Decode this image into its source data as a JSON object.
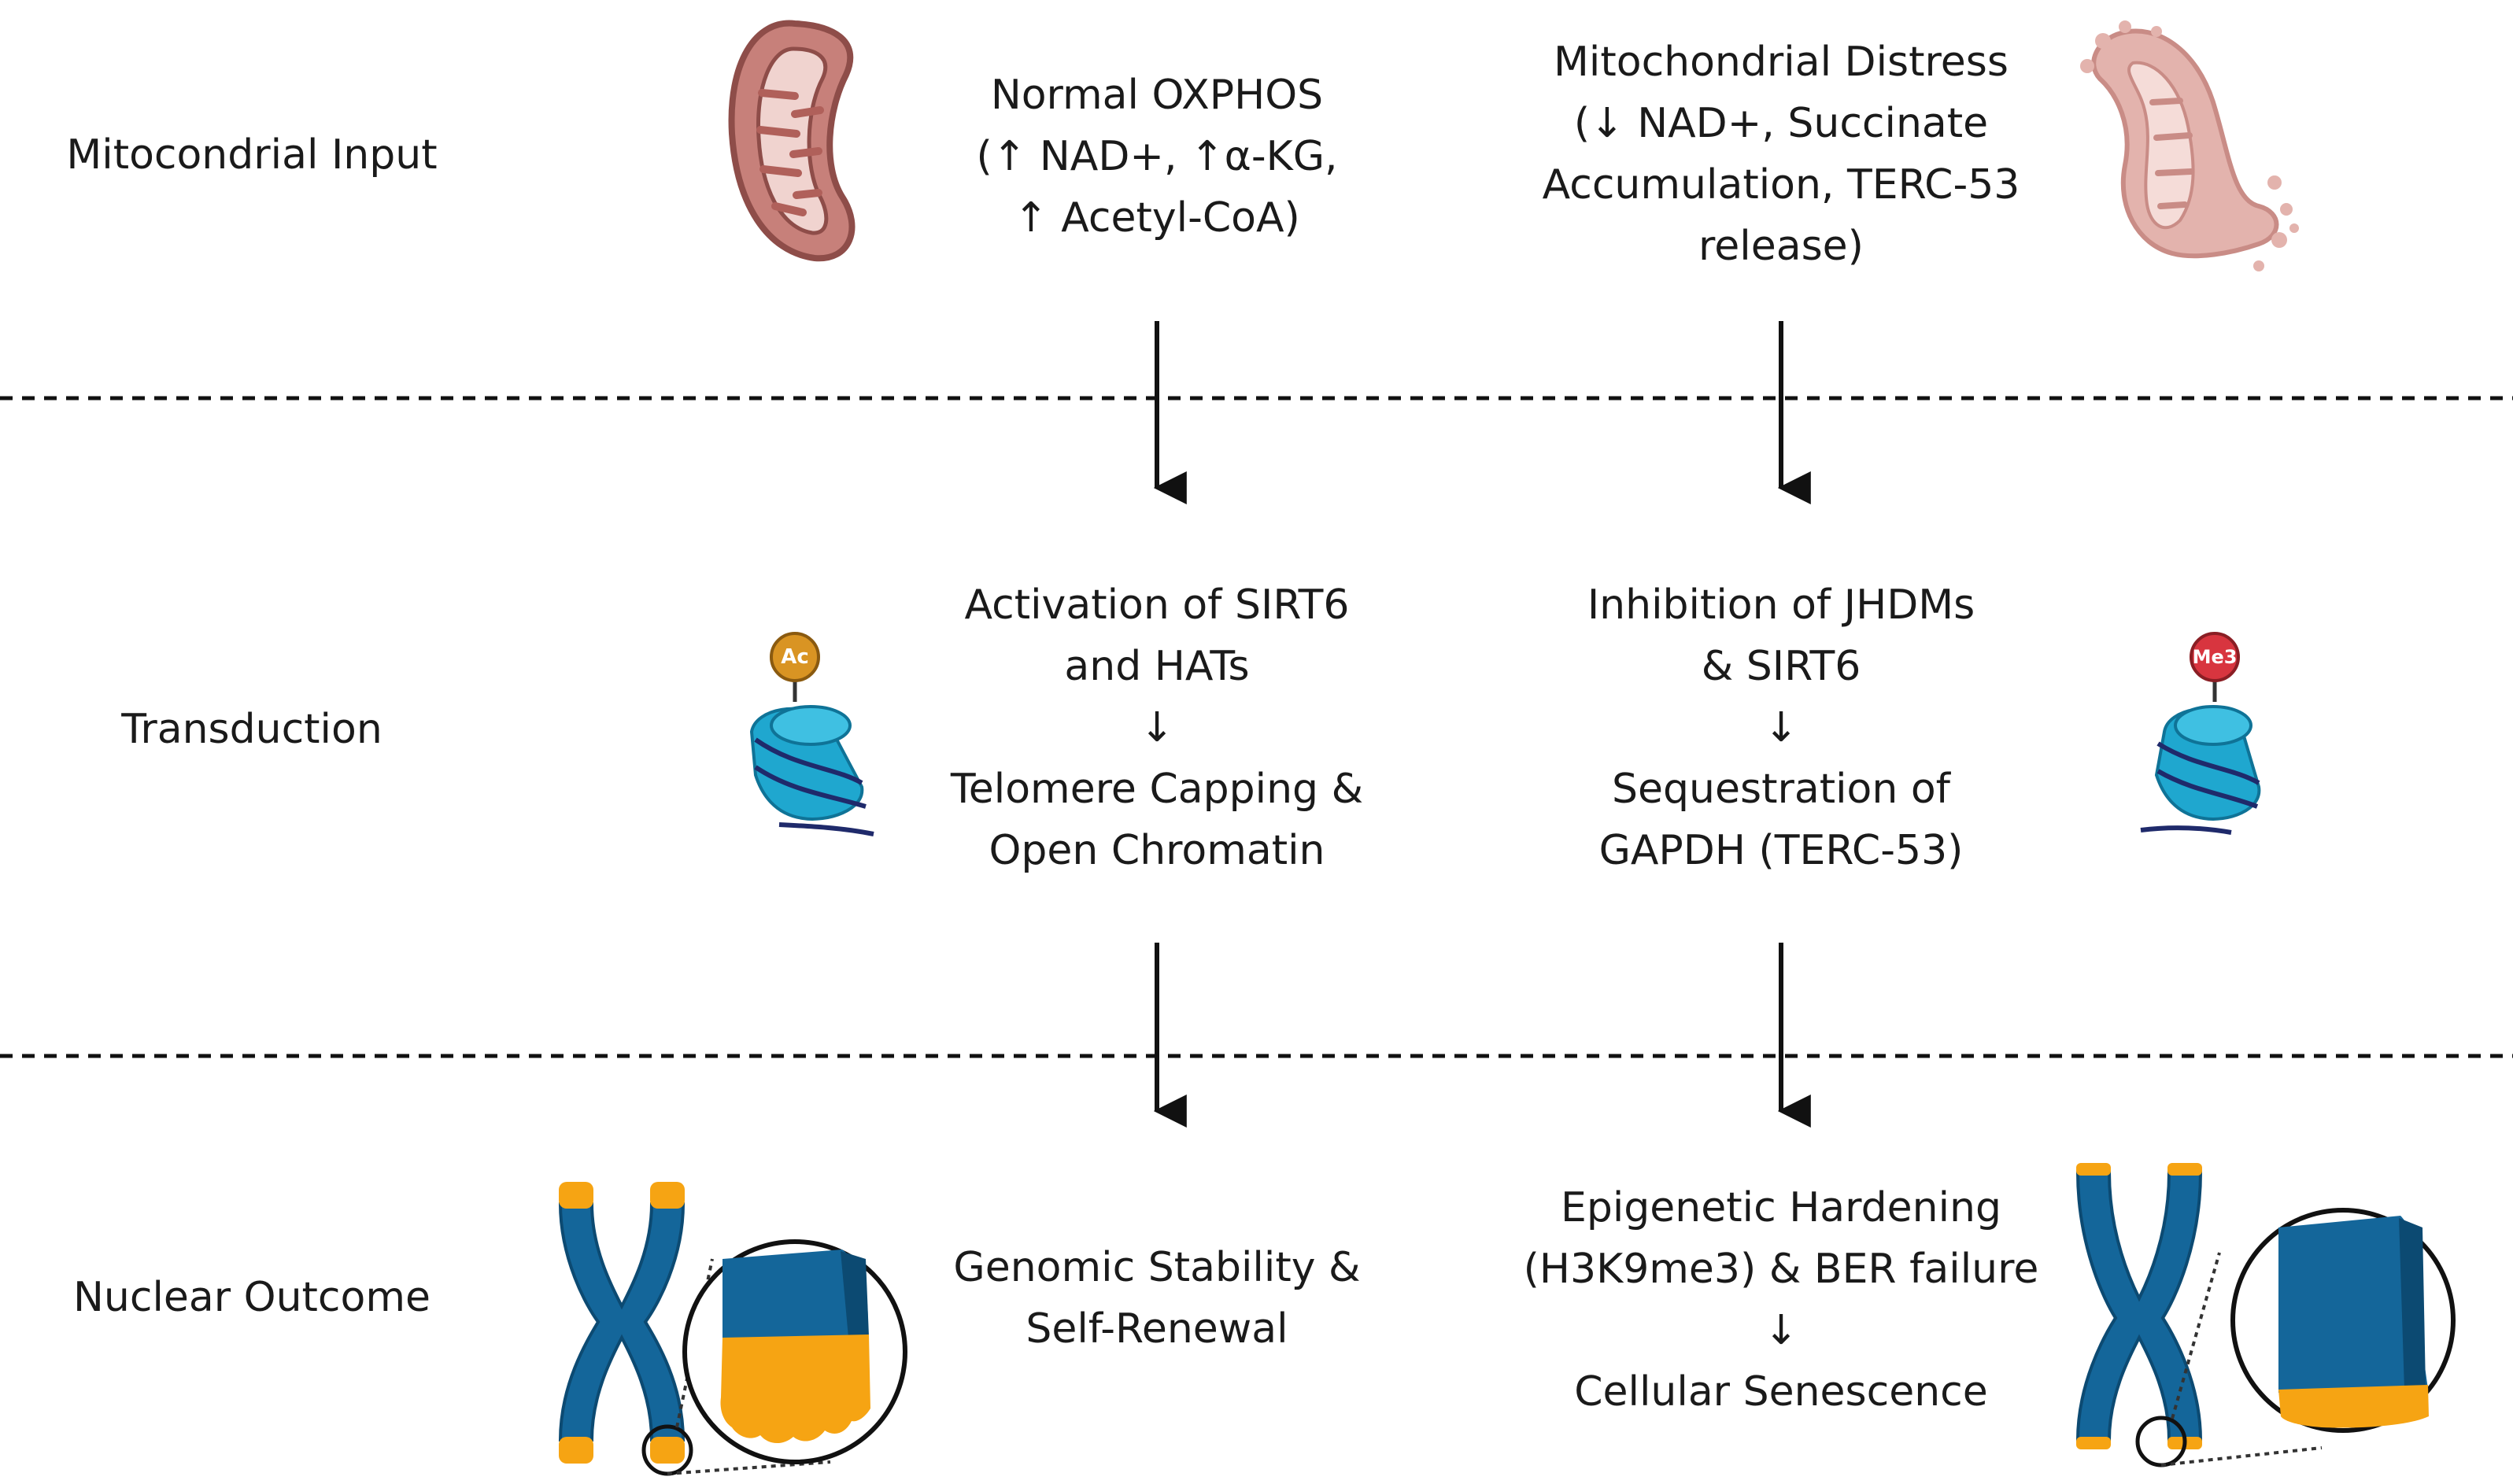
{
  "rows": {
    "input": "Mitocondrial Input",
    "transduction": "Transduction",
    "outcome": "Nuclear Outcome"
  },
  "normal": {
    "input": [
      "Normal OXPHOS",
      "(↑ NAD+, ↑α-KG,",
      "↑ Acetyl-CoA)"
    ],
    "transduction": [
      "Activation of SIRT6",
      "and HATs",
      "↓",
      "Telomere Capping &",
      "Open Chromatin"
    ],
    "outcome": [
      "Genomic Stability &",
      "Self-Renewal"
    ]
  },
  "distress": {
    "input": [
      "Mitochondrial Distress",
      "(↓ NAD+, Succinate",
      "Accumulation, TERC-53",
      "release)"
    ],
    "transduction": [
      "Inhibition of JHDMs",
      "& SIRT6",
      "↓",
      "Sequestration of",
      "GAPDH (TERC-53)"
    ],
    "outcome": [
      "Epigenetic Hardening",
      "(H3K9me3) & BER failure",
      "↓",
      "Cellular Senescence"
    ]
  },
  "marks": {
    "acetyl": "Ac",
    "methyl": "Me3"
  },
  "colors": {
    "mito_healthy": "#c7807a",
    "mito_distress": "#e3b3ad",
    "histone": "#1fa7cf",
    "dna": "#1f2a6b",
    "acetyl": "#d99423",
    "methyl": "#d8353f",
    "chromosome": "#14669a",
    "telomere": "#f6a413"
  },
  "icons": [
    "mitochondrion-healthy-icon",
    "mitochondrion-damaged-icon",
    "nucleosome-acetyl-icon",
    "nucleosome-methyl-icon",
    "chromosome-long-telomere-icon",
    "chromosome-short-telomere-icon"
  ]
}
